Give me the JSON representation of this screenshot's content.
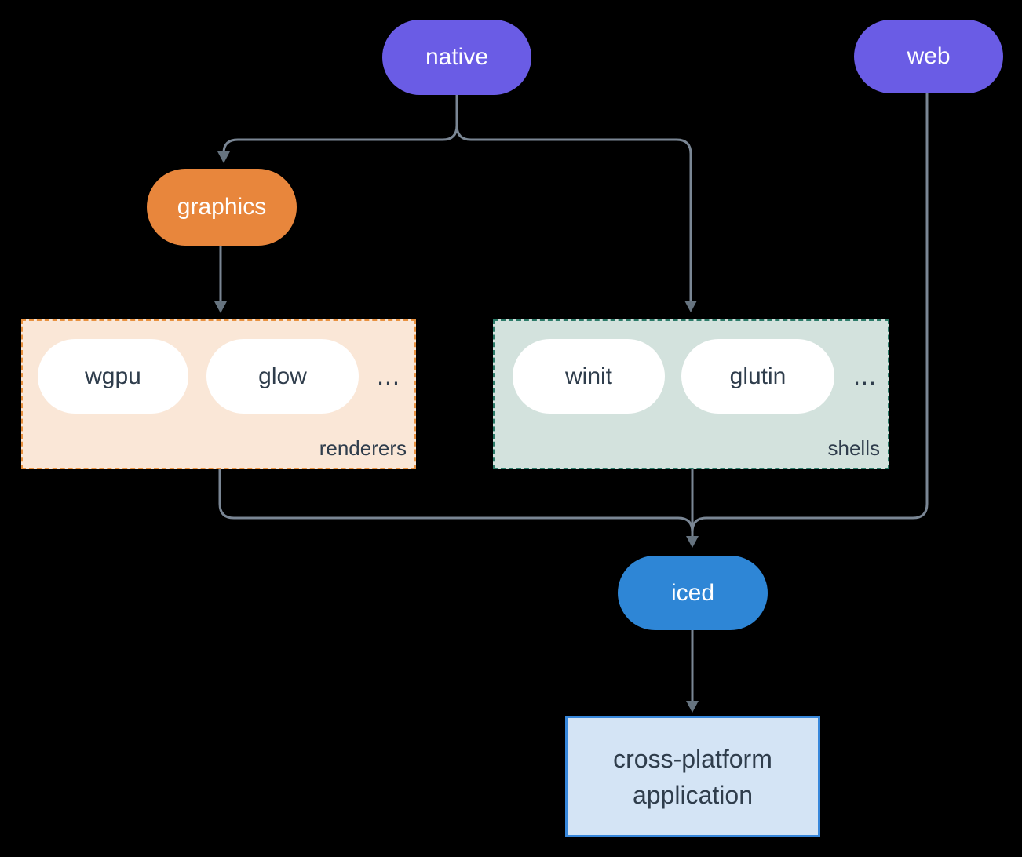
{
  "diagram": {
    "nodes": {
      "native": {
        "label": "native",
        "color": "#6A5CE5",
        "text_color": "#FFFFFF"
      },
      "web": {
        "label": "web",
        "color": "#6A5CE5",
        "text_color": "#FFFFFF"
      },
      "graphics": {
        "label": "graphics",
        "color": "#E8863C",
        "text_color": "#FFFFFF"
      },
      "iced": {
        "label": "iced",
        "color": "#2E86D6",
        "text_color": "#FFFFFF"
      },
      "application": {
        "label": "cross-platform application",
        "fill": "#D4E4F5",
        "border_color": "#3787DB",
        "text_color": "#2F3D4C"
      }
    },
    "groups": {
      "renderers": {
        "label": "renderers",
        "items": [
          "wgpu",
          "glow"
        ],
        "ellipsis": "...",
        "fill": "#FAE7D7",
        "border_color": "#E8913F",
        "item_fill": "#FFFFFF",
        "text_color": "#2F3D4C"
      },
      "shells": {
        "label": "shells",
        "items": [
          "winit",
          "glutin"
        ],
        "ellipsis": "...",
        "fill": "#D3E2DD",
        "border_color": "#2C7A68",
        "item_fill": "#FFFFFF",
        "text_color": "#2F3D4C"
      }
    },
    "edges": [
      {
        "from": "native",
        "to": "graphics"
      },
      {
        "from": "native",
        "to": "shells"
      },
      {
        "from": "graphics",
        "to": "renderers"
      },
      {
        "from": "renderers",
        "to": "iced"
      },
      {
        "from": "shells",
        "to": "iced"
      },
      {
        "from": "web",
        "to": "iced"
      },
      {
        "from": "iced",
        "to": "application"
      }
    ],
    "colors": {
      "background": "#000000",
      "connector": "#7A8694",
      "arrowhead": "#66737F"
    }
  }
}
